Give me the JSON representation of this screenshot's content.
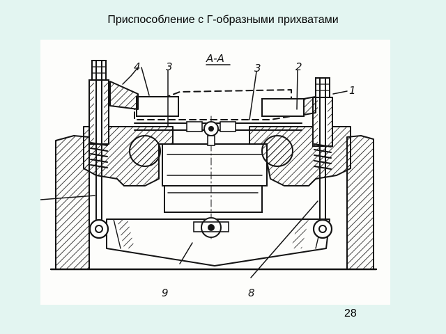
{
  "slide": {
    "title": "Приспособление с Г-образными прихватами",
    "page_number": "28"
  },
  "drawing": {
    "section_label": "А-А",
    "callouts": {
      "c1": "1",
      "c2": "2",
      "c3a": "3",
      "c3b": "3",
      "c4": "4",
      "c8": "8",
      "c9": "9"
    },
    "colors": {
      "background": "#e3f5f1",
      "paper": "#fdfdfb",
      "ink": "#141414"
    }
  }
}
